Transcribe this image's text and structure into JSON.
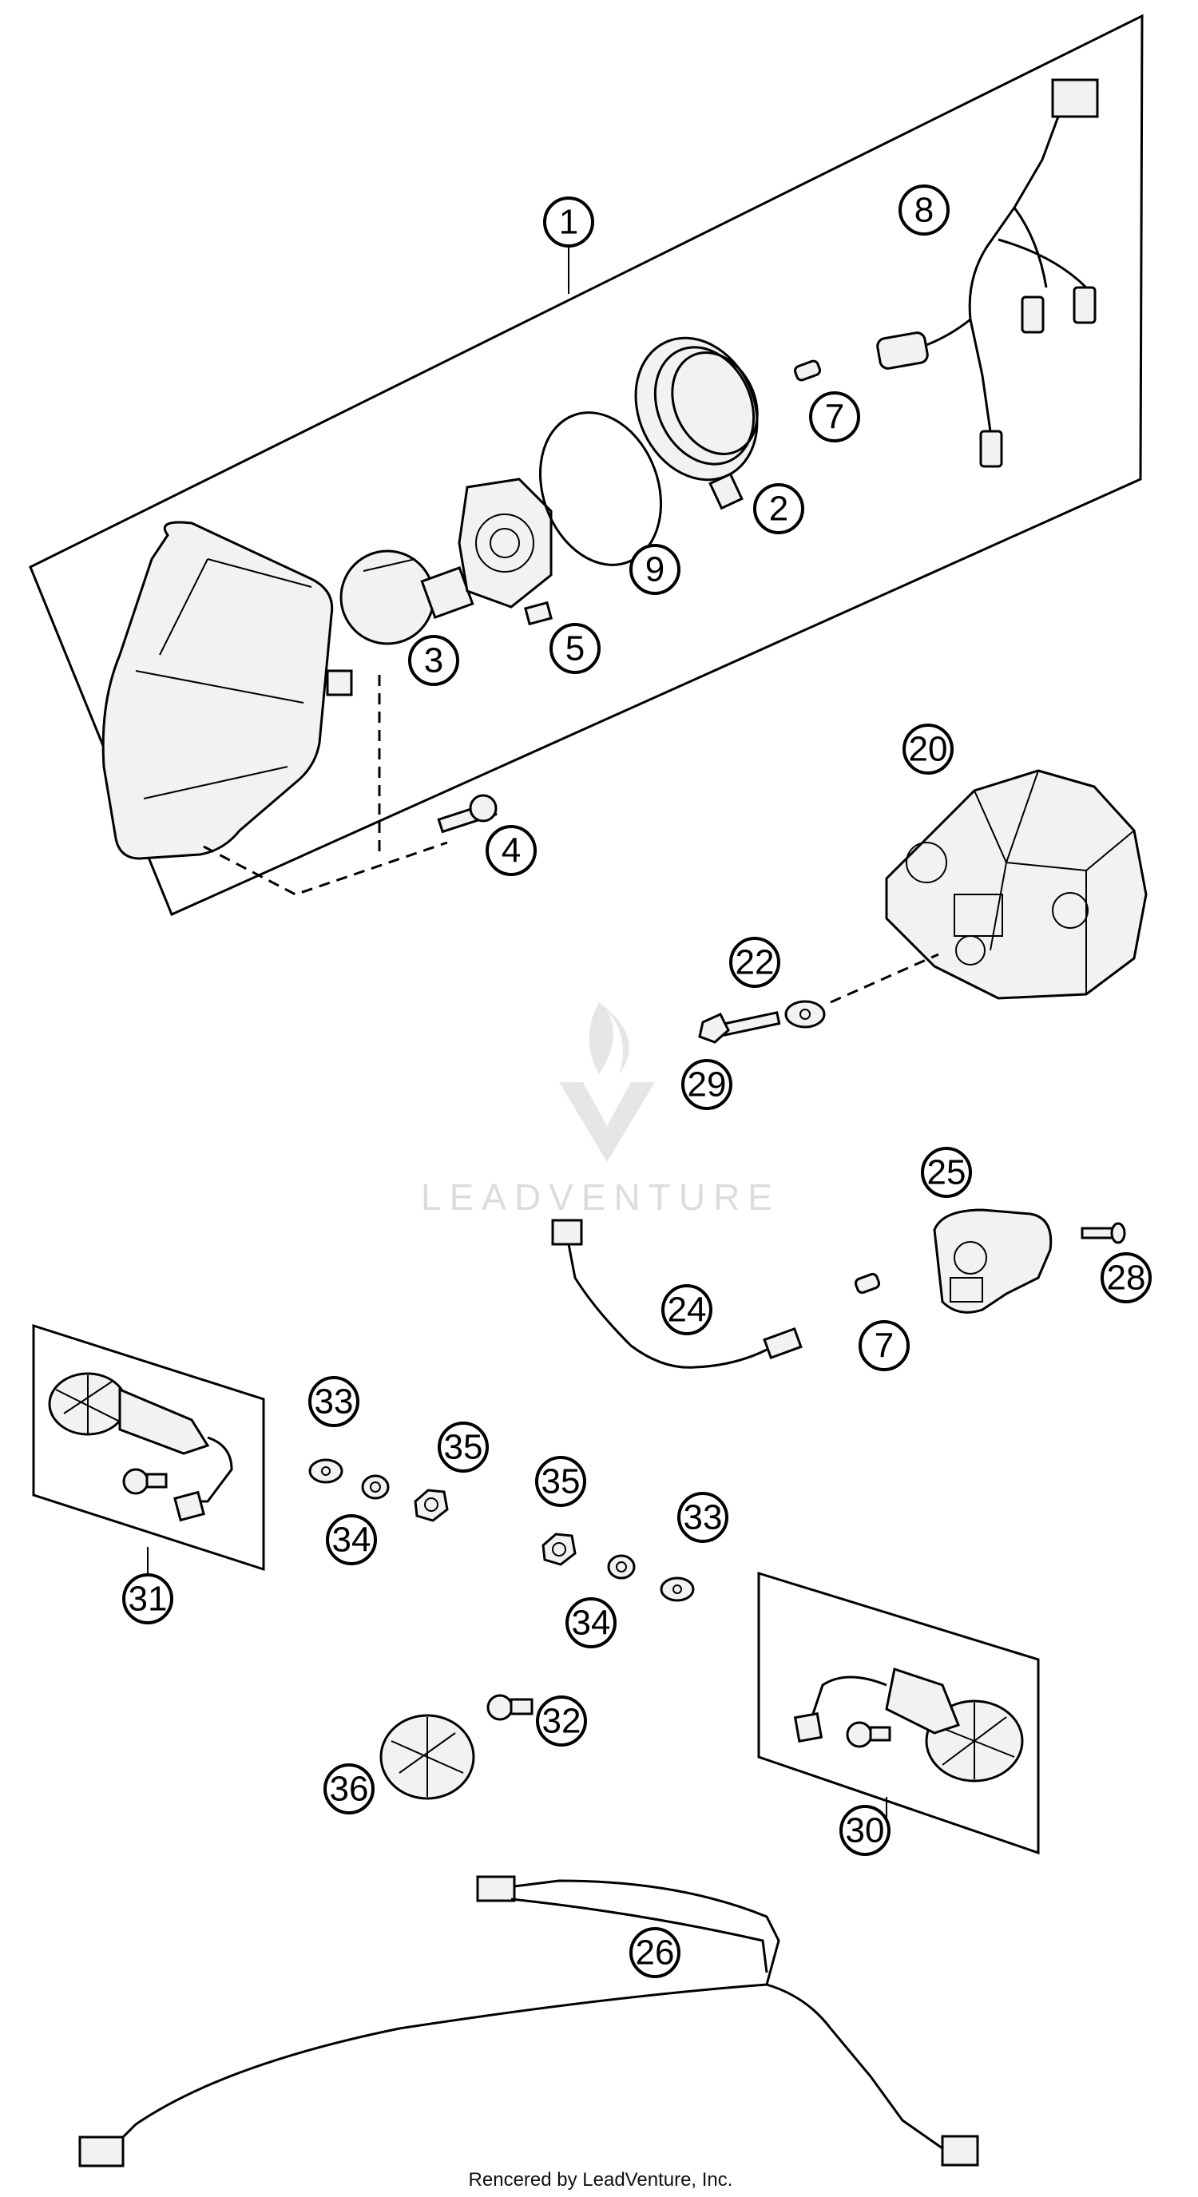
{
  "callouts": {
    "c1": "1",
    "c2": "2",
    "c3": "3",
    "c4": "4",
    "c5": "5",
    "c7a": "7",
    "c7b": "7",
    "c8": "8",
    "c9": "9",
    "c20": "20",
    "c22": "22",
    "c24": "24",
    "c25": "25",
    "c26": "26",
    "c28": "28",
    "c29": "29",
    "c30": "30",
    "c31": "31",
    "c32": "32",
    "c33a": "33",
    "c33b": "33",
    "c34a": "34",
    "c34b": "34",
    "c35a": "35",
    "c35b": "35",
    "c36": "36"
  },
  "watermark": {
    "text": "LEADVENTURE"
  },
  "footer": {
    "text": "Rencered by LeadVenture, Inc."
  },
  "colors": {
    "line": "#000000",
    "watermark": "#dcdcdc",
    "background": "#ffffff"
  }
}
